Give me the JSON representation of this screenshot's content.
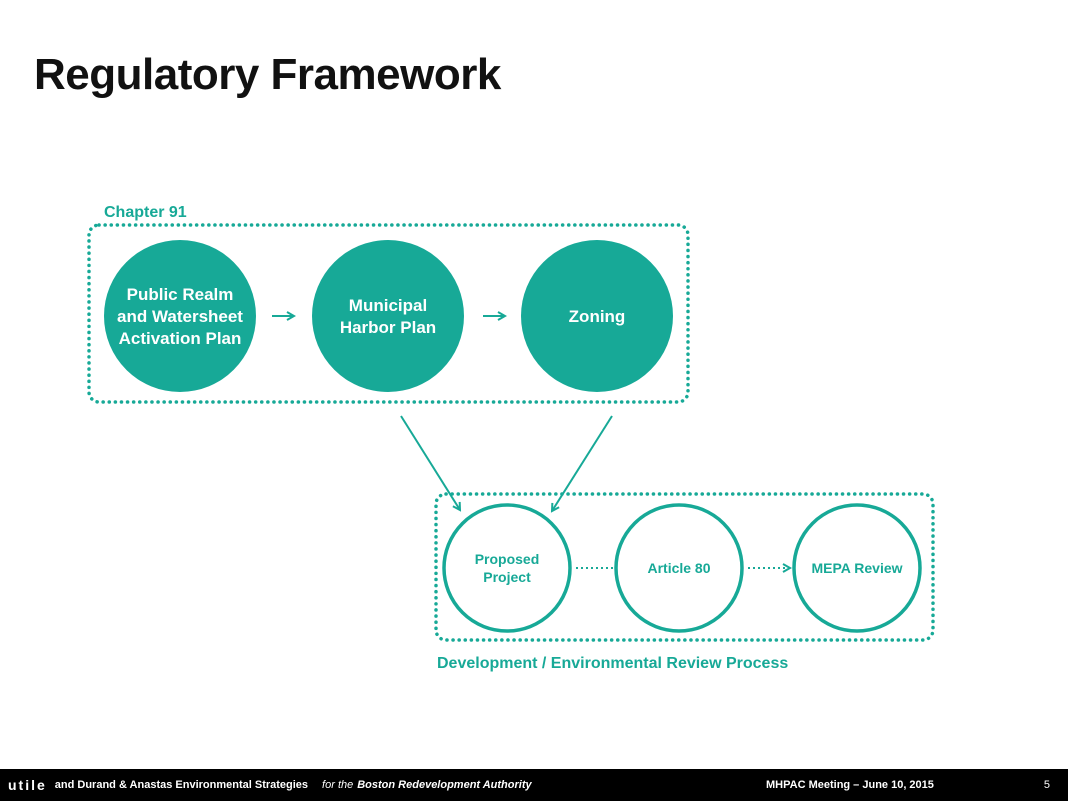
{
  "slide": {
    "title": "Regulatory Framework"
  },
  "colors": {
    "teal": "#17A997",
    "text_dark": "#111111",
    "footer_bg": "#000000"
  },
  "diagram": {
    "top_group_label": "Chapter 91",
    "top_nodes": [
      {
        "lines": [
          "Public Realm",
          "and Watersheet",
          "Activation Plan"
        ]
      },
      {
        "lines": [
          "Municipal",
          "Harbor Plan"
        ]
      },
      {
        "lines": [
          "Zoning"
        ]
      }
    ],
    "bottom_group_label": "Development / Environmental Review Process",
    "bottom_nodes": [
      {
        "lines": [
          "Proposed",
          "Project"
        ]
      },
      {
        "lines": [
          "Article 80"
        ]
      },
      {
        "lines": [
          "MEPA Review"
        ]
      }
    ],
    "top_connector_glyph": "→"
  },
  "footer": {
    "logo": "utile",
    "credit": "and Durand & Anastas Environmental Strategies",
    "for_text": "for the",
    "client": "Boston Redevelopment Authority",
    "meeting": "MHPAC Meeting  – June 10, 2015",
    "page_number": "5"
  }
}
